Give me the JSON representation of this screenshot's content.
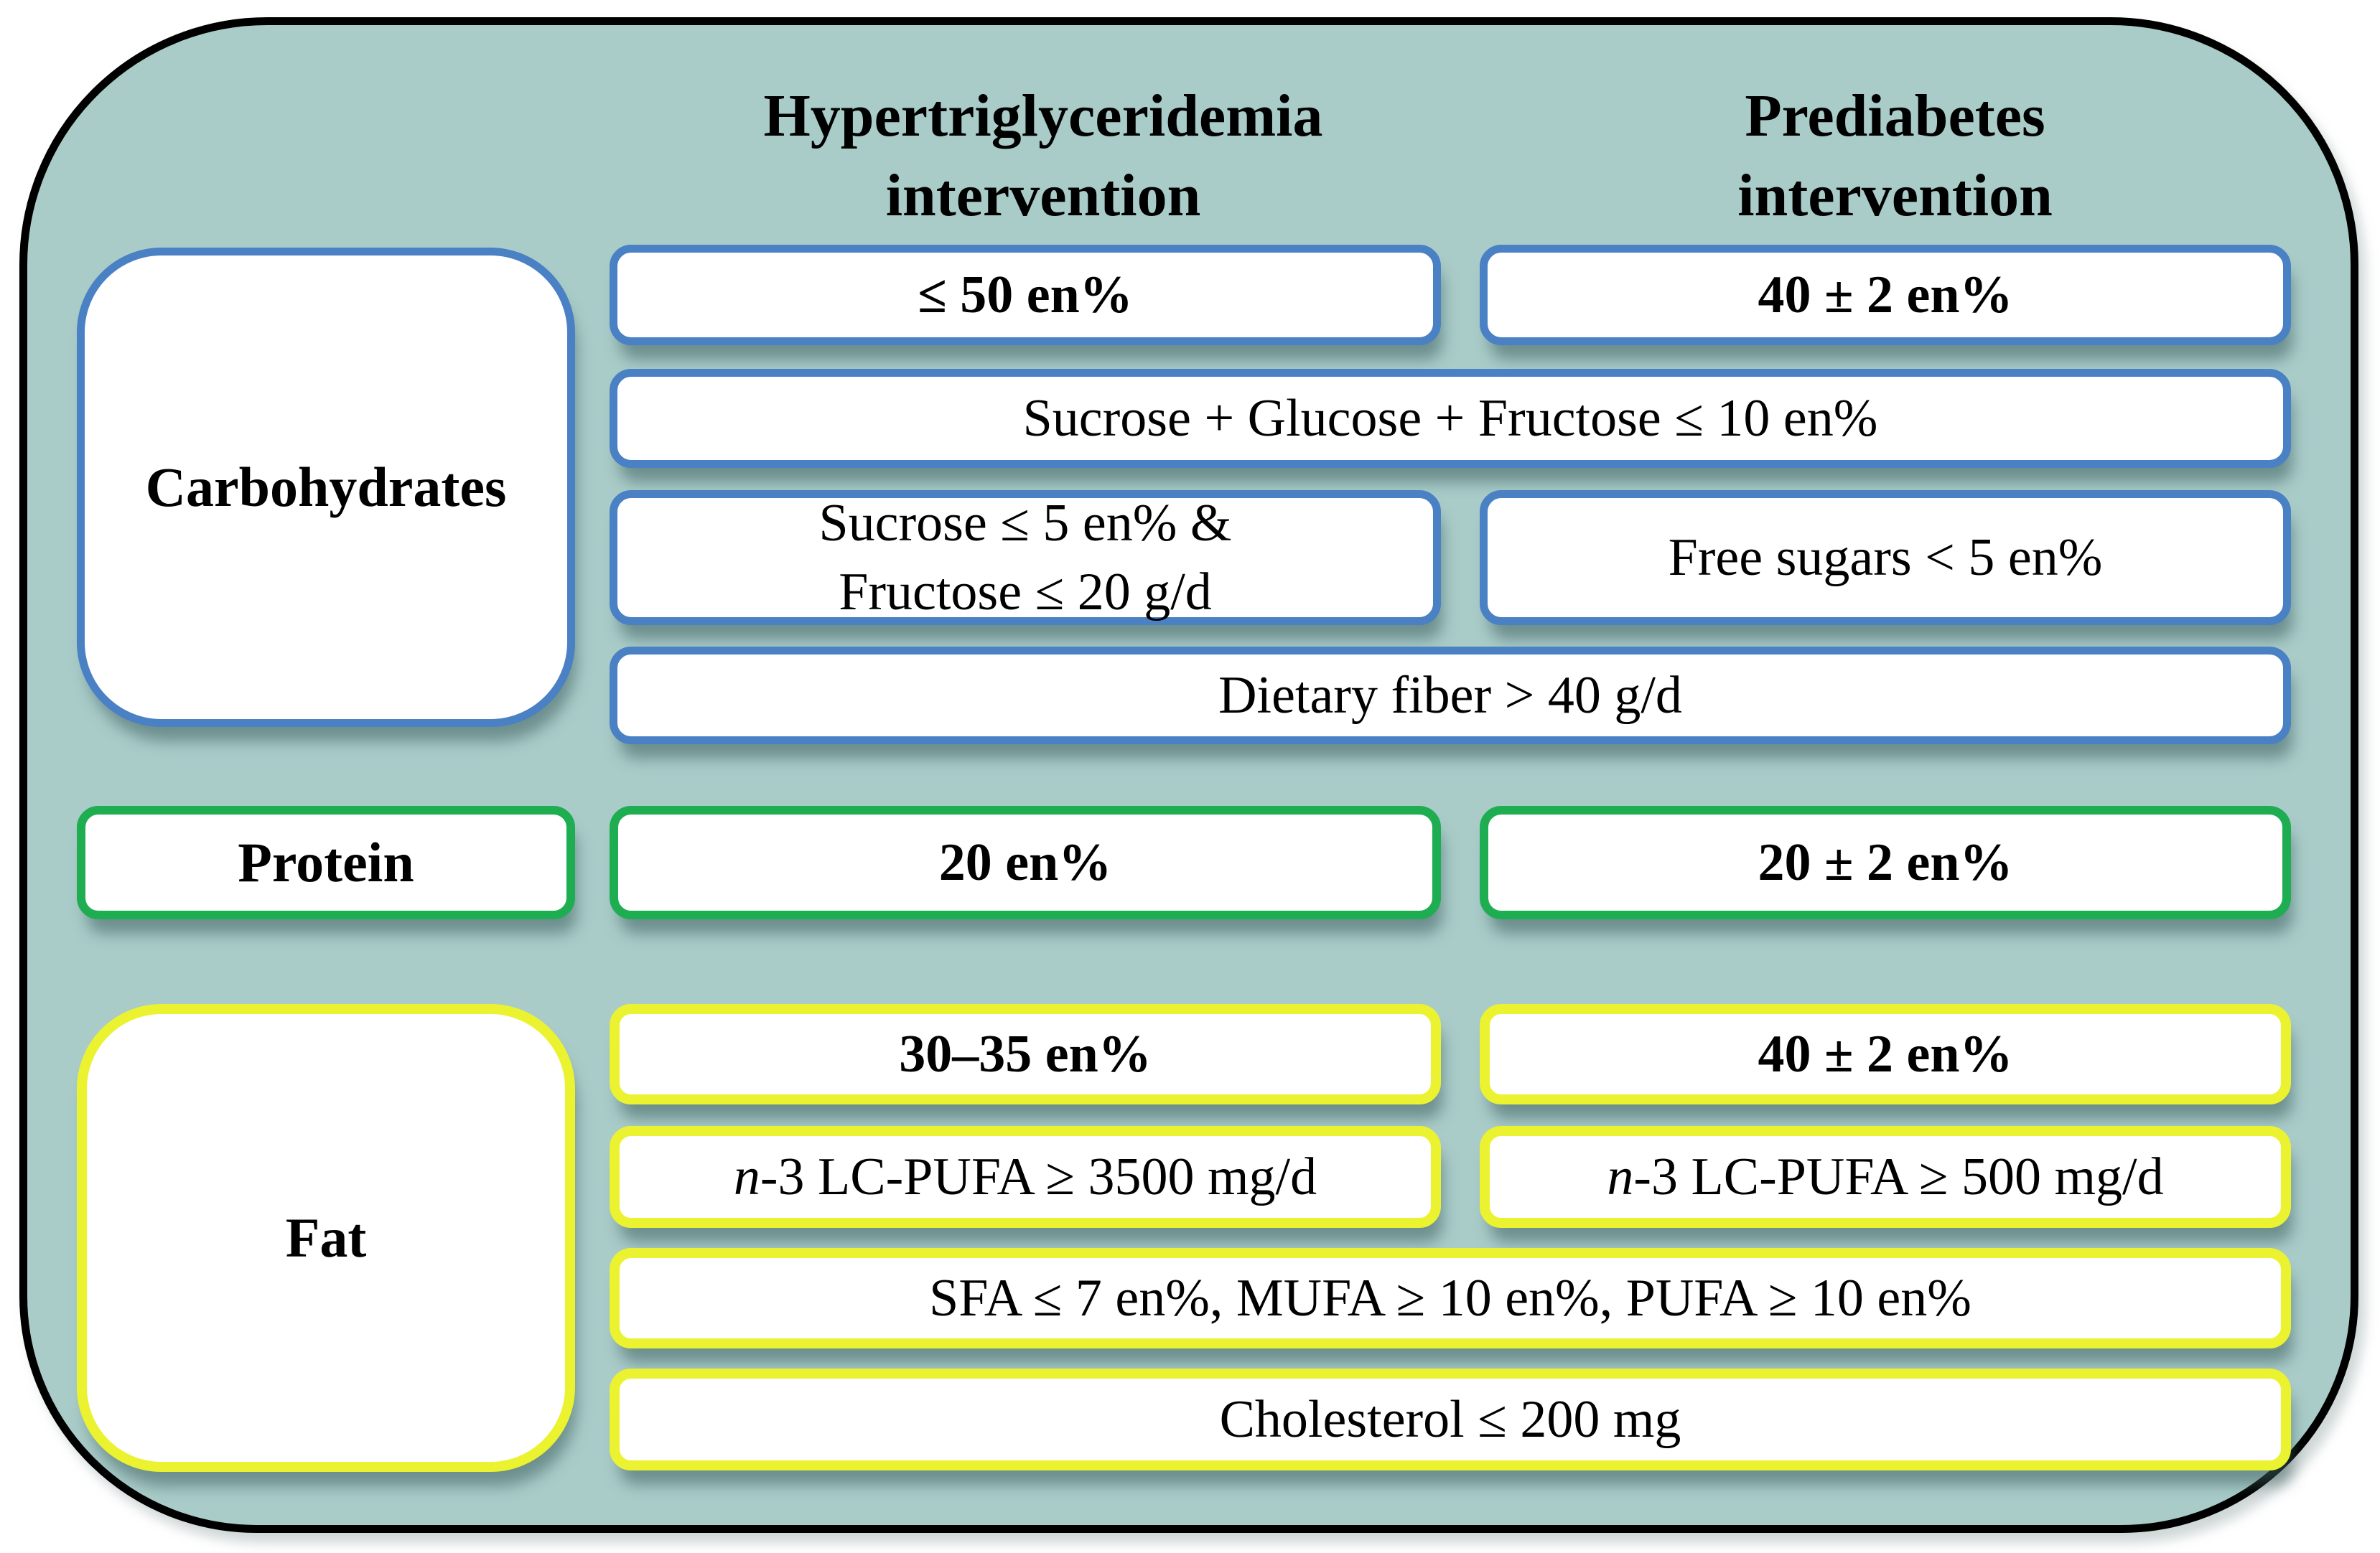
{
  "colors": {
    "background": "#a9ccc9",
    "outer_border": "#000000",
    "carbohydrates_accent": "#4a80c4",
    "protein_accent": "#1fad52",
    "fat_accent": "#ebf230",
    "box_fill": "#ffffff",
    "text": "#000000"
  },
  "headers": {
    "hypertriglyceridemia": "Hypertriglyceridemia intervention",
    "prediabetes": "Prediabetes intervention"
  },
  "carbohydrates": {
    "label": "Carbohydrates",
    "hyper_total": "≤ 50 en%",
    "pre_total": "40 ± 2 en%",
    "combined_sugars": "Sucrose + Glucose + Fructose ≤ 10 en%",
    "hyper_sugars_line1": "Sucrose ≤ 5 en% &",
    "hyper_sugars_line2": "Fructose ≤ 20 g/d",
    "pre_free_sugars": "Free sugars < 5 en%",
    "dietary_fiber": "Dietary fiber > 40 g/d"
  },
  "protein": {
    "label": "Protein",
    "hyper_total": "20 en%",
    "pre_total": "20 ± 2 en%"
  },
  "fat": {
    "label": "Fat",
    "hyper_total": "30–35 en%",
    "pre_total": "40 ± 2 en%",
    "hyper_n3_prefix": "n",
    "hyper_n3_value": "-3 LC-PUFA ≥ 3500 mg/d",
    "pre_n3_prefix": "n",
    "pre_n3_value": "-3 LC-PUFA ≥ 500 mg/d",
    "fatty_acid_profile": "SFA ≤ 7 en%, MUFA ≥ 10 en%, PUFA ≥ 10 en%",
    "cholesterol": "Cholesterol ≤ 200 mg"
  }
}
